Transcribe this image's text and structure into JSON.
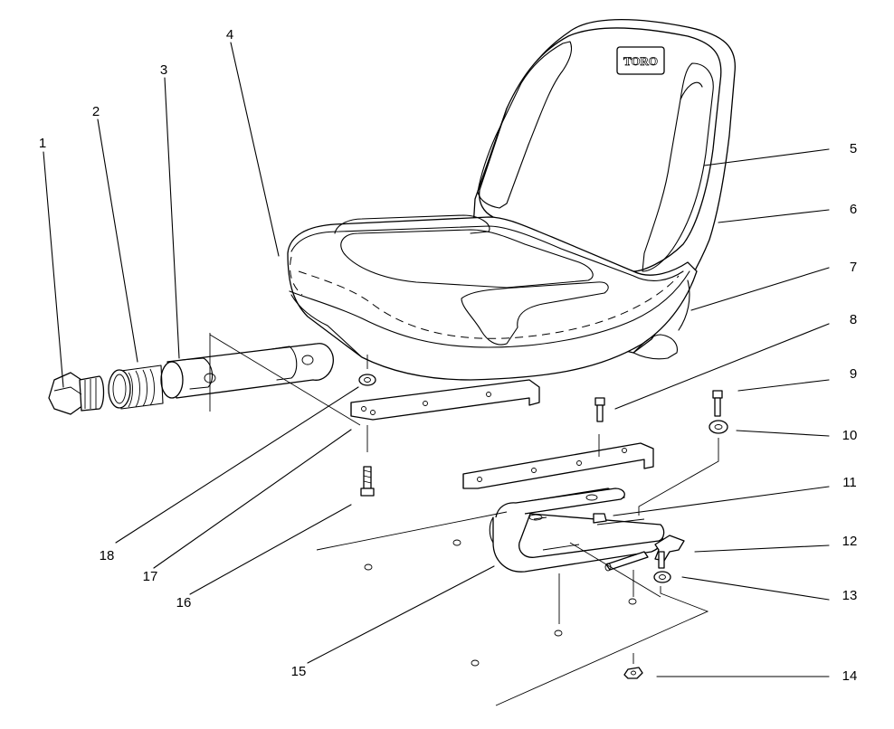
{
  "logo_text": "TORO",
  "callouts": [
    {
      "id": 1,
      "label": "1"
    },
    {
      "id": 2,
      "label": "2"
    },
    {
      "id": 3,
      "label": "3"
    },
    {
      "id": 4,
      "label": "4"
    },
    {
      "id": 5,
      "label": "5"
    },
    {
      "id": 6,
      "label": "6"
    },
    {
      "id": 7,
      "label": "7"
    },
    {
      "id": 8,
      "label": "8"
    },
    {
      "id": 9,
      "label": "9"
    },
    {
      "id": 10,
      "label": "10"
    },
    {
      "id": 11,
      "label": "11"
    },
    {
      "id": 12,
      "label": "12"
    },
    {
      "id": 13,
      "label": "13"
    },
    {
      "id": 14,
      "label": "14"
    },
    {
      "id": 15,
      "label": "15"
    },
    {
      "id": 16,
      "label": "16"
    },
    {
      "id": 17,
      "label": "17"
    },
    {
      "id": 18,
      "label": "18"
    }
  ]
}
